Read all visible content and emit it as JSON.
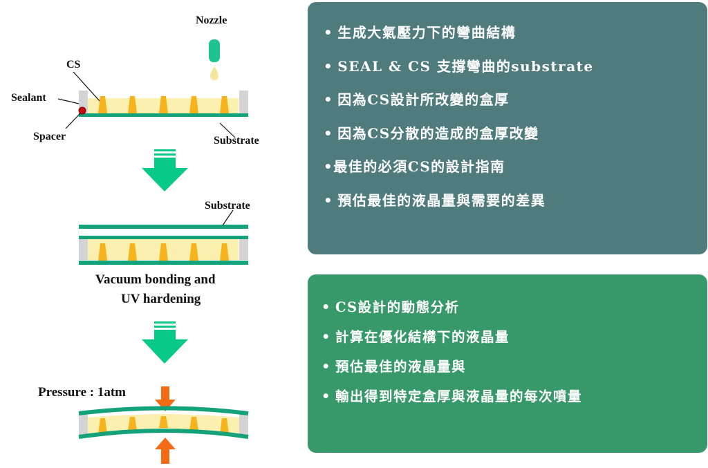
{
  "diagram": {
    "labels": {
      "nozzle": "Nozzle",
      "cs": "CS",
      "sealant": "Sealant",
      "spacer": "Spacer",
      "substrate_bottom": "Substrate",
      "substrate_top": "Substrate",
      "step2_line1": "Vacuum bonding and",
      "step2_line2": "UV hardening",
      "pressure": "Pressure : 1atm"
    },
    "colors": {
      "substrate": "#14a27a",
      "liquid_crystal": "#fbf0b0",
      "column_spacer": "#f6b31d",
      "sealant": "#d4d4d4",
      "spacer_dot": "#c01010",
      "arrow": "#08c987",
      "pressure_arrow": "#f36b14",
      "nozzle": "#1ec48e",
      "droplet": "#f2e79a"
    }
  },
  "panel_top": {
    "bullet": "•",
    "items": [
      "生成大氣壓力下的彎曲結構",
      "SEAL & CS 支撐彎曲的substrate",
      "因為CS設計所改變的盒厚",
      "因為CS分散的造成的盒厚改變",
      "最佳的必須CS的設計指南",
      "預估最佳的液晶量與需要的差異"
    ]
  },
  "panel_bottom": {
    "bullet": "•",
    "items": [
      "CS設計的動態分析",
      "計算在優化結構下的液晶量",
      "預估最佳的液晶量與",
      "輸出得到特定盒厚與液晶量的每次噴量"
    ]
  }
}
